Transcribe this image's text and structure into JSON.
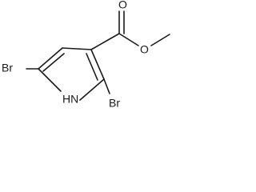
{
  "molecule": {
    "atoms": {
      "oxygen_carbonyl": "O",
      "oxygen_ester": "O",
      "bromine_left": "Br",
      "bromine_right": "Br",
      "nitrogen_h": "HN"
    }
  }
}
